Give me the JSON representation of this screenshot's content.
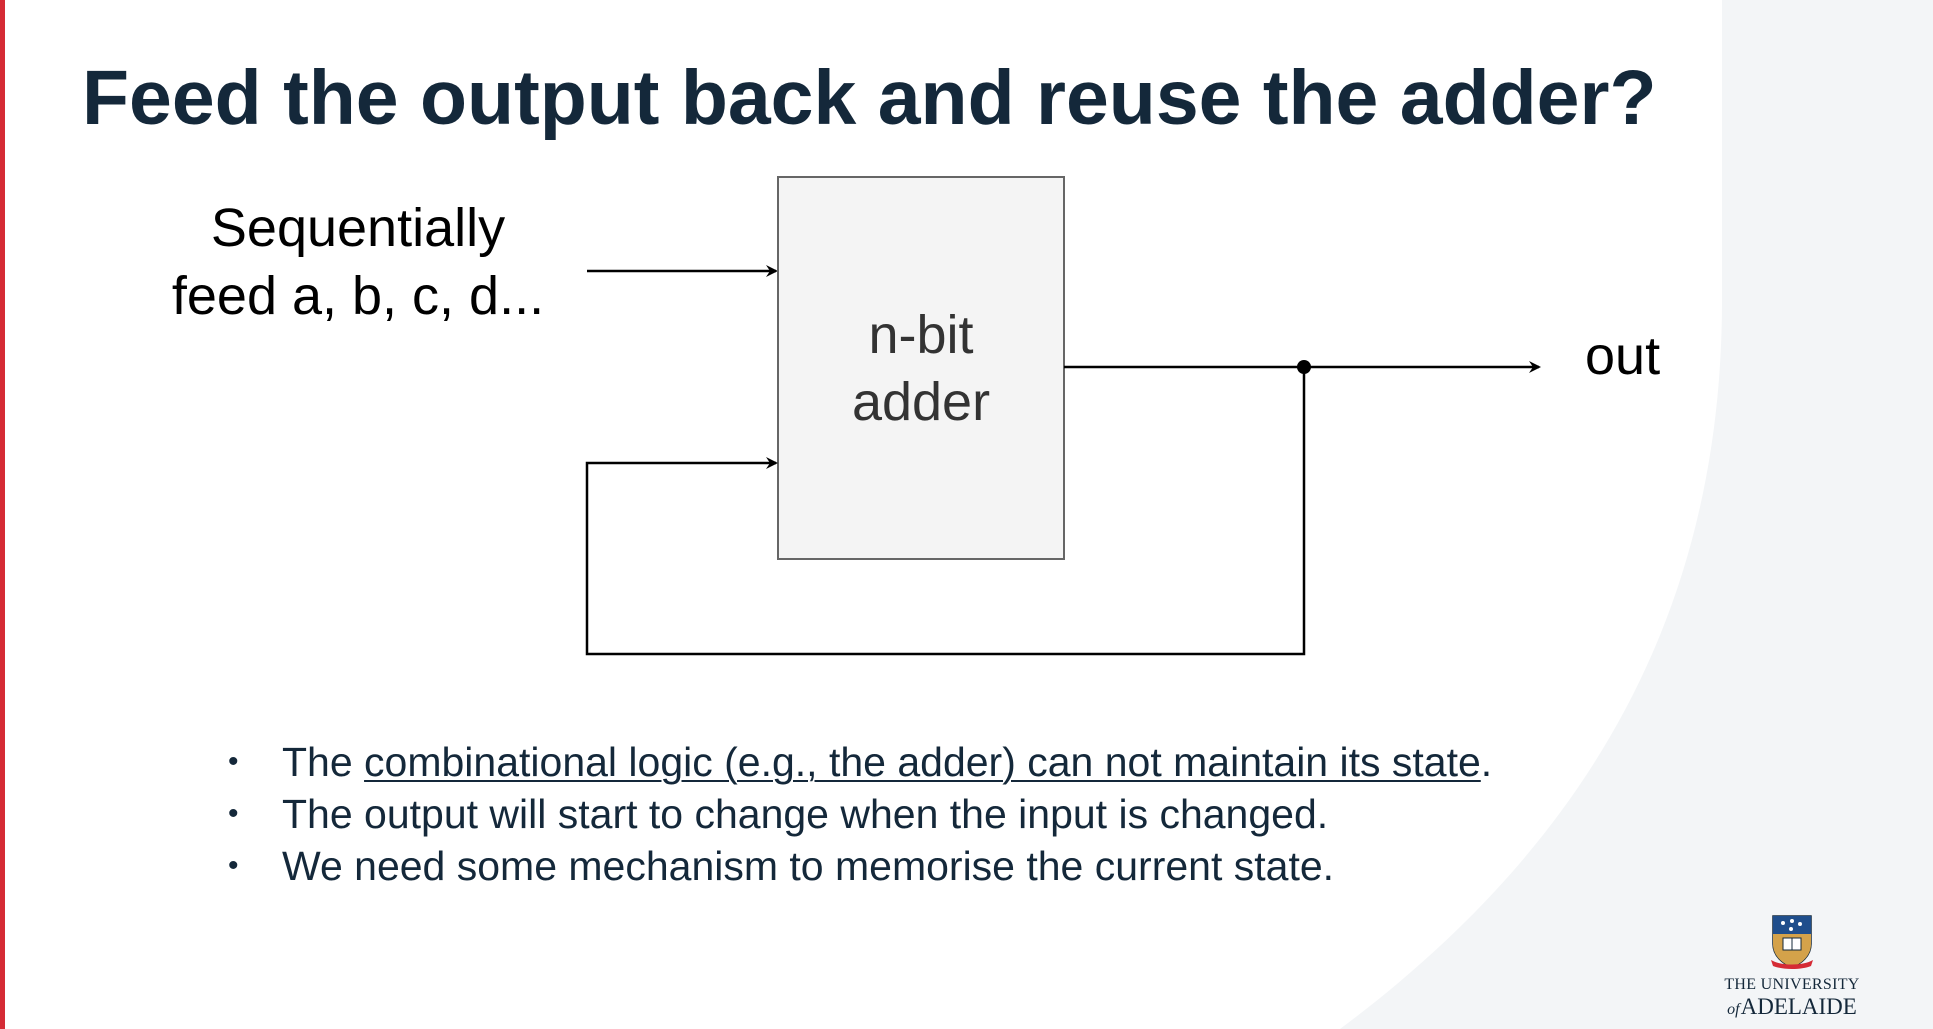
{
  "slide": {
    "title": "Feed the output back and reuse the adder?",
    "colors": {
      "accent": "#d52b35",
      "text": "#14283a",
      "background_shape": "#f3f5f7"
    }
  },
  "diagram": {
    "input_label_line1": "Sequentially",
    "input_label_line2": "feed a, b, c, d...",
    "block_label_line1": "n-bit",
    "block_label_line2": "adder",
    "output_label": "out"
  },
  "bullets": [
    {
      "underlined": "combinational logic (e.g., the adder) can not maintain its state",
      "before": "The ",
      "after": "."
    },
    {
      "text": "The output will start to change when the input is changed."
    },
    {
      "text": "We need some mechanism to memorise the current state."
    }
  ],
  "logo": {
    "line1": "THE UNIVERSITY",
    "line2_of": "of",
    "line2_name": "ADELAIDE",
    "icon": "university-crest-icon"
  }
}
